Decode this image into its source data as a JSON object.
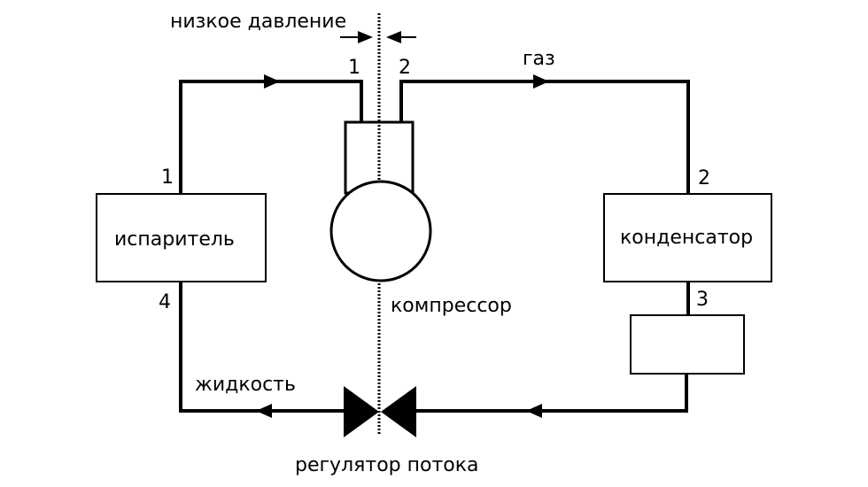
{
  "labels": {
    "low_pressure": "низкое давление",
    "gas": "газ",
    "liquid": "жидкость",
    "flow_regulator": "регулятор потока",
    "evaporator": "испаритель",
    "condenser": "конденсатор",
    "compressor": "компрессор"
  },
  "points": {
    "p1_top": "1",
    "p2_top": "2",
    "p1_left": "1",
    "p2_right": "2",
    "p3": "3",
    "p4": "4"
  },
  "colors": {
    "line": "#000000",
    "background": "#ffffff"
  }
}
